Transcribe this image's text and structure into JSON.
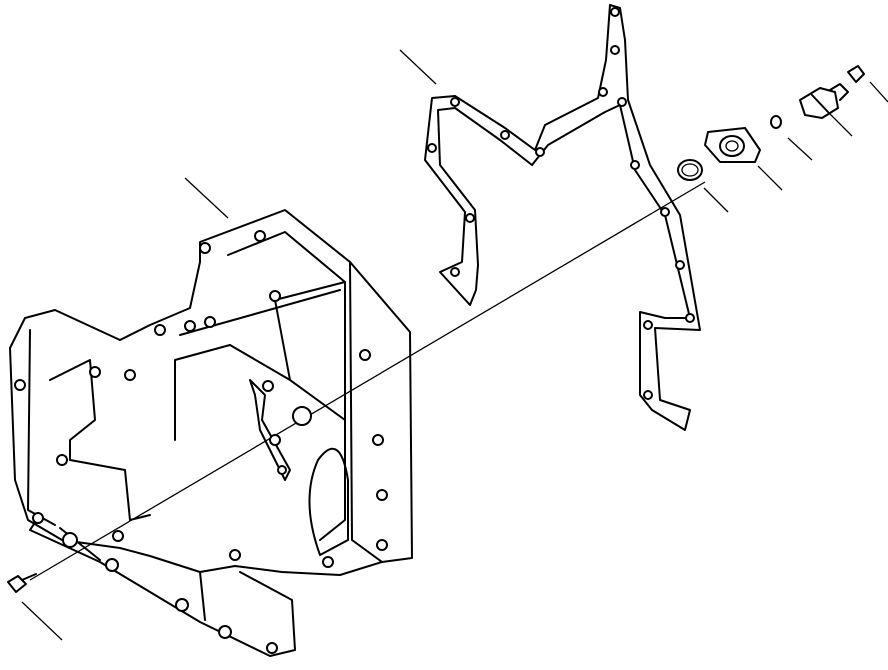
{
  "diagram": {
    "type": "exploded-parts-drawing",
    "line_color": "#000000",
    "background_color": "#ffffff",
    "parts": [
      {
        "name": "front-cover-housing"
      },
      {
        "name": "cover-gasket"
      },
      {
        "name": "o-ring"
      },
      {
        "name": "flange-adapter"
      },
      {
        "name": "small-o-ring"
      },
      {
        "name": "sensor-plug"
      },
      {
        "name": "snap-ring"
      },
      {
        "name": "mounting-bolt"
      }
    ]
  }
}
